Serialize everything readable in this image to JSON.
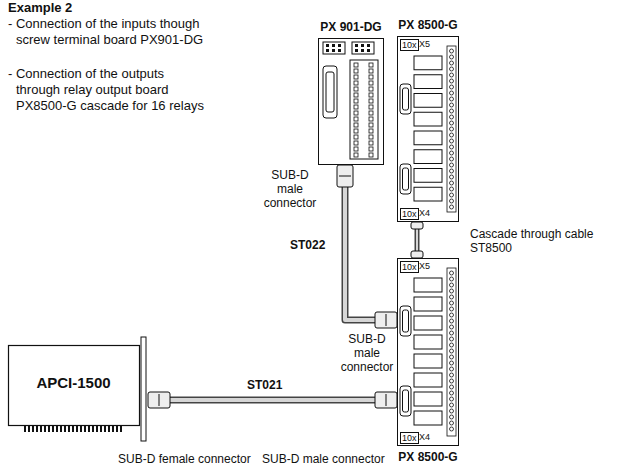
{
  "diagram": {
    "title": "Example 2",
    "nodes": [
      {
        "text": [
          "PX 901-DG"
        ]
      },
      {
        "text": [
          "PX 8500-G",
          "10x",
          "X5",
          "10x",
          "X4"
        ]
      },
      {
        "text": [
          "PX 8500-G",
          "10x",
          "X5",
          "10x",
          "X4"
        ]
      },
      {
        "text": [
          "APCI-1500"
        ]
      }
    ],
    "edges": [
      {
        "from": 0,
        "to": 2,
        "label": "ST022",
        "arrow": "none"
      },
      {
        "from": 1,
        "to": 2,
        "label": "Cascade through cable ST8500",
        "arrow": "none"
      },
      {
        "from": 3,
        "to": 2,
        "label": "ST021",
        "arrow": "none"
      }
    ],
    "labels": [
      "- Connection of the inputs though screw terminal board PX901-DG",
      "- Connection of the outputs through relay output board PX8500-G cascade for 16 relays",
      "SUB-D male connector",
      "SUB-D male connector",
      "SUB-D female connector",
      "SUB-D male connector"
    ]
  }
}
